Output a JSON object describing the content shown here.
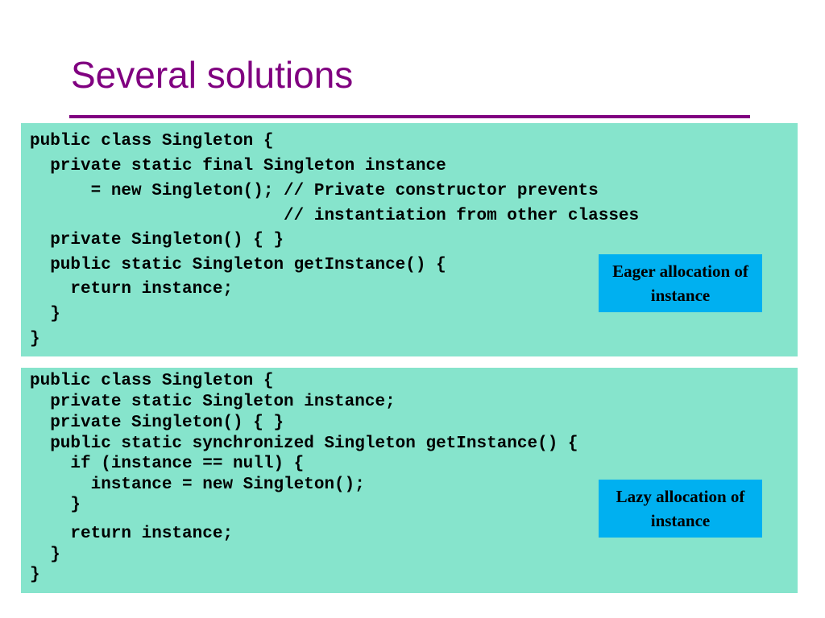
{
  "slide": {
    "title": "Several solutions",
    "colors": {
      "title": "#800080",
      "code_bg": "#86e4cc",
      "callout_bg": "#00b0f0"
    }
  },
  "eager": {
    "lines": [
      "public class Singleton {",
      "  private static final Singleton instance",
      "      = new Singleton(); // Private constructor prevents",
      "                         // instantiation from other classes",
      "  private Singleton() { }",
      "  public static Singleton getInstance() {",
      "    return instance;",
      "  }",
      "}"
    ],
    "callout": "Eager allocation of instance"
  },
  "lazy": {
    "lines": [
      "public class Singleton {",
      "  private static Singleton instance;",
      "  private Singleton() { }",
      "  public static synchronized Singleton getInstance() {",
      "    if (instance == null) {",
      "      instance = new Singleton();",
      "    }",
      "    return instance;",
      "  }",
      "}"
    ],
    "callout": "Lazy allocation of instance"
  }
}
